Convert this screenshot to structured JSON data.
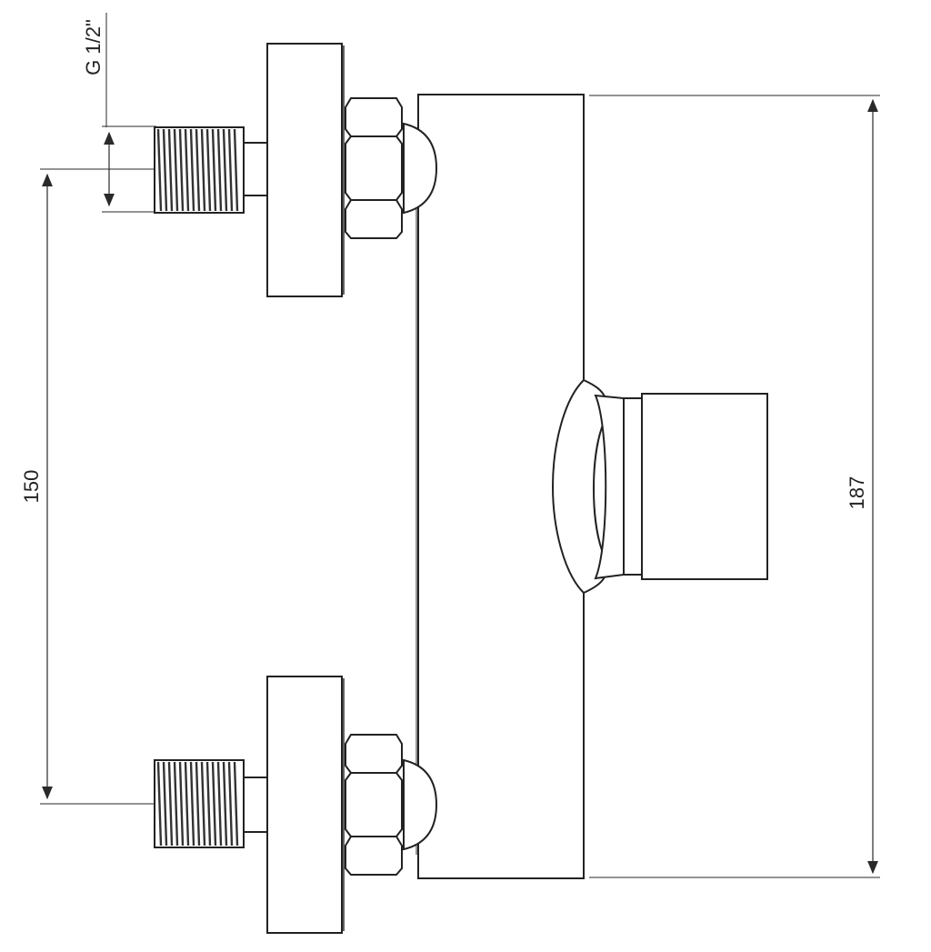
{
  "drawing": {
    "type": "technical drawing – wall-mounted shower mixer",
    "colors": {
      "line": "#2a2a2a",
      "thread": "#333333",
      "background": "#ffffff"
    }
  },
  "dimensions": {
    "thread_size": "G 1/2\"",
    "inlet_spacing": "150",
    "overall_height": "187"
  }
}
